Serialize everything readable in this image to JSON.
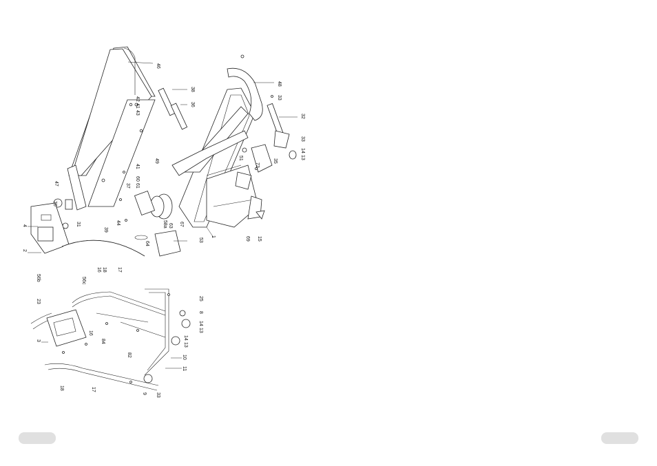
{
  "callouts": {
    "c46": "46",
    "c38": "38",
    "c36": "36",
    "c42": "42",
    "c41a": "41",
    "c43": "43",
    "c49": "49",
    "c41b": "41",
    "c60": "60",
    "c61": "61",
    "c37": "37",
    "c47": "47",
    "c76": "76",
    "c31": "31",
    "c4": "4",
    "c44": "44",
    "c39": "39",
    "c58a": "58a",
    "c63": "63",
    "c64": "64",
    "c53": "53",
    "c1": "1",
    "c2": "2",
    "c18a": "18",
    "c16a": "16",
    "c17a": "17",
    "c56b": "56b",
    "c56c": "56c",
    "c23": "23",
    "c25": "25",
    "c8": "8",
    "c14a": "14",
    "c13a": "13",
    "c14b": "14",
    "c13b": "13",
    "c10": "10",
    "c11": "11",
    "c82": "82",
    "c84": "84",
    "c16b": "16",
    "c3": "3",
    "c18b": "18",
    "c17b": "17",
    "c9": "9",
    "c33a": "33",
    "c48": "48",
    "c33b": "33",
    "c32": "32",
    "c33c": "33",
    "c14c": "14",
    "c13c": "13",
    "c51": "51",
    "c73": "73",
    "c35": "35",
    "c69": "69",
    "c15": "15",
    "c67": "67"
  }
}
